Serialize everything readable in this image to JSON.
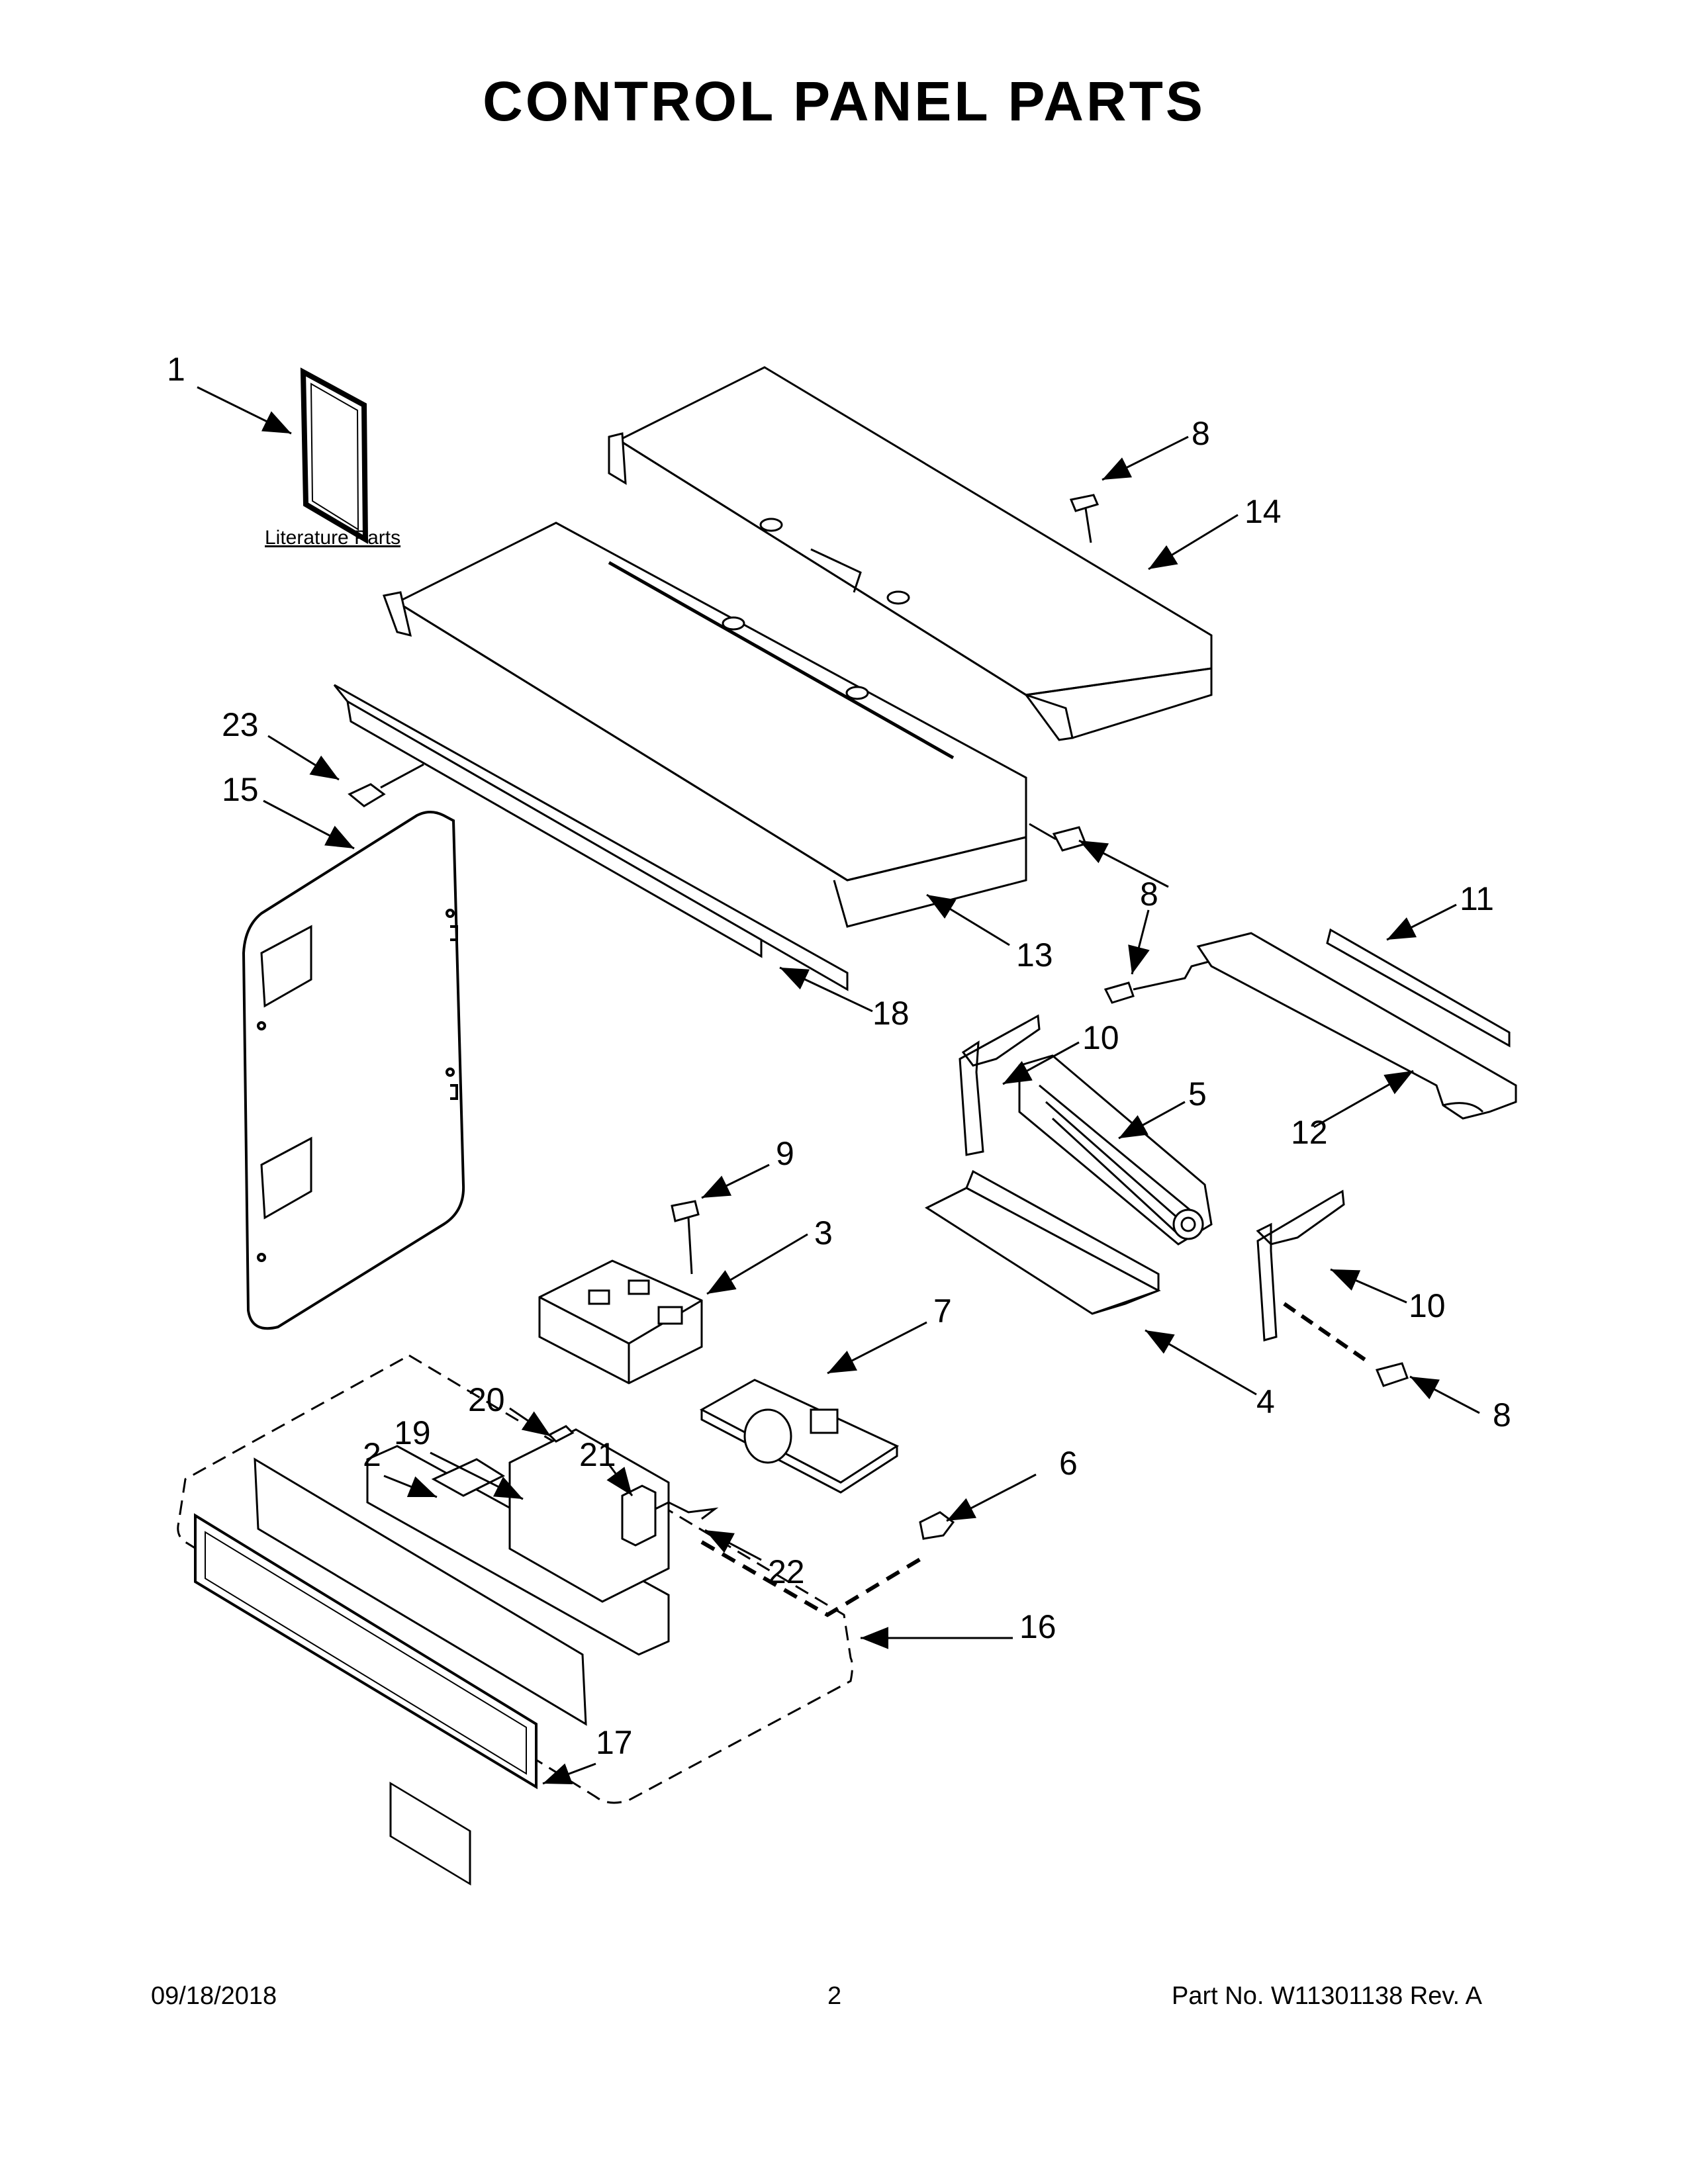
{
  "title": "CONTROL PANEL PARTS",
  "literature_label": "Literature Parts",
  "callouts": {
    "c1": "1",
    "c2": "2",
    "c3": "3",
    "c4": "4",
    "c5": "5",
    "c6": "6",
    "c7": "7",
    "c8a": "8",
    "c8b": "8",
    "c8c": "8",
    "c8d": "8",
    "c9": "9",
    "c10a": "10",
    "c10b": "10",
    "c11": "11",
    "c12": "12",
    "c13": "13",
    "c14": "14",
    "c15": "15",
    "c16": "16",
    "c17": "17",
    "c18": "18",
    "c19": "19",
    "c20": "20",
    "c21": "21",
    "c22": "22",
    "c23": "23"
  },
  "footer": {
    "date": "09/18/2018",
    "page": "2",
    "part_no": "Part No.  W11301138  Rev.  A"
  }
}
